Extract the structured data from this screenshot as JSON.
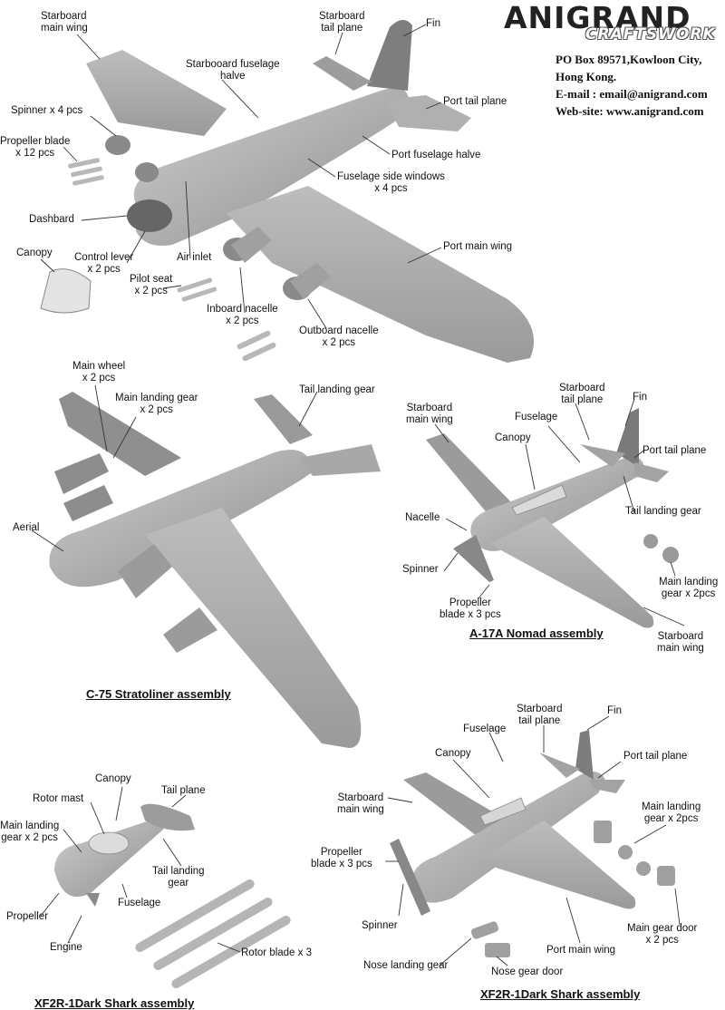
{
  "brand": {
    "name": "ANIGRAND",
    "sub": "CRAFTSWORK"
  },
  "address": {
    "line1": "PO Box 89571,Kowloon City,",
    "line2": "Hong Kong.",
    "email": "E-mail : email@anigrand.com",
    "web": "Web-site: www.anigrand.com"
  },
  "stratoliner": {
    "caption": "C-75 Stratoliner assembly",
    "labels": {
      "starboard_main_wing": "Starboard\nmain wing",
      "starboard_tail_plane": "Starboard\ntail plane",
      "fin": "Fin",
      "starboard_fuselage": "Starbooard fuselage\nhalve",
      "spinner": "Spinner x 4 pcs",
      "port_tail_plane": "Port tail plane",
      "propeller_blade": "Propeller blade\nx 12 pcs",
      "port_fuselage": "Port fuselage halve",
      "fuselage_windows": "Fuselage side windows\nx 4 pcs",
      "dashbard": "Dashbard",
      "canopy": "Canopy",
      "control_lever": "Control lever\nx 2 pcs",
      "air_inlet": "Air inlet",
      "port_main_wing": "Port main wing",
      "pilot_seat": "Pilot seat\nx 2 pcs",
      "inboard_nacelle": "Inboard nacelle\nx 2 pcs",
      "outboard_nacelle": "Outboard nacelle\nx 2 pcs",
      "main_wheel": "Main wheel\nx 2 pcs",
      "main_landing_gear": "Main landing gear\nx 2 pcs",
      "tail_landing_gear": "Tail landing gear",
      "aerial": "Aerial"
    }
  },
  "nomad": {
    "caption": "A-17A Nomad assembly",
    "labels": {
      "starboard_main_wing": "Starboard\nmain wing",
      "starboard_tail_plane": "Starboard\ntail plane",
      "fin": "Fin",
      "fuselage": "Fuselage",
      "canopy": "Canopy",
      "port_tail_plane": "Port tail plane",
      "tail_landing_gear": "Tail landing gear",
      "nacelle": "Nacelle",
      "spinner": "Spinner",
      "main_landing_gear": "Main landing\ngear x 2pcs",
      "propeller_blade": "Propeller\nblade x 3 pcs",
      "starboard_main_wing_2": "Starboard\nmain wing"
    }
  },
  "autogiro": {
    "caption": "XF2R-1Dark Shark assembly",
    "labels": {
      "canopy": "Canopy",
      "tail_plane": "Tail plane",
      "rotor_mast": "Rotor mast",
      "main_landing_gear": "Main landing\ngear x 2 pcs",
      "tail_landing_gear": "Tail landing\ngear",
      "fuselage": "Fuselage",
      "propeller": "Propeller",
      "engine": "Engine",
      "rotor_blade": "Rotor blade x 3"
    }
  },
  "darkshark": {
    "caption": "XF2R-1Dark Shark assembly",
    "labels": {
      "starboard_tail_plane": "Starboard\ntail plane",
      "fin": "Fin",
      "fuselage": "Fuselage",
      "canopy": "Canopy",
      "port_tail_plane": "Port tail plane",
      "starboard_main_wing": "Starboard\nmain wing",
      "main_landing_gear": "Main landing\ngear x 2pcs",
      "propeller_blade": "Propeller\nblade x 3 pcs",
      "spinner": "Spinner",
      "main_gear_door": "Main gear door\nx 2 pcs",
      "port_main_wing": "Port main wing",
      "nose_landing_gear": "Nose landing gear",
      "nose_gear_door": "Nose gear door"
    }
  },
  "colors": {
    "part": "#a9a9a9",
    "part_light": "#c4c4c4",
    "part_dark": "#7d7d7d",
    "leader": "#333333"
  }
}
